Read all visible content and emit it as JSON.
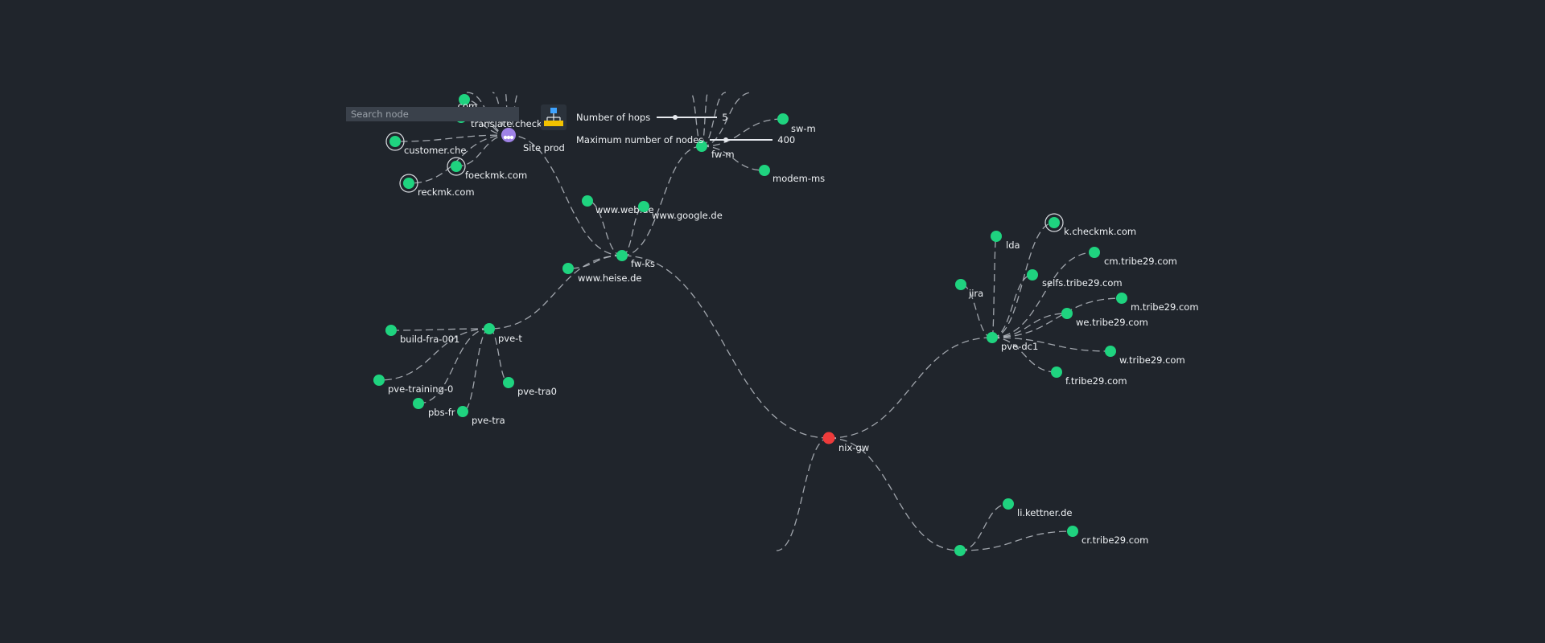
{
  "search": {
    "placeholder": "Search node"
  },
  "controls": {
    "hops": {
      "label": "Number of hops",
      "value": "5",
      "fraction": 0.3
    },
    "max_nodes": {
      "label": "Maximum number of nodes",
      "value": "400",
      "fraction": 0.25
    }
  },
  "colors": {
    "background": "#20252c",
    "node_ok": "#1fd37f",
    "node_down": "#ee3b3b",
    "site_node": "#9f82e6",
    "edge": "#b7bcc3"
  },
  "icons": {
    "layout_button": "hierarchy-icon"
  },
  "nodes": [
    {
      "id": "nix-gw",
      "label": "nix-gw",
      "state": "down"
    },
    {
      "id": "fw-ks",
      "label": "fw-ks",
      "state": "ok"
    },
    {
      "id": "fw-m",
      "label": "fw-m",
      "state": "ok"
    },
    {
      "id": "sw-m",
      "label": "sw-m",
      "state": "ok"
    },
    {
      "id": "modem-ms",
      "label": "modem-ms",
      "state": "ok"
    },
    {
      "id": "www-web",
      "label": "www.web.de",
      "state": "ok"
    },
    {
      "id": "www-google",
      "label": "www.google.de",
      "state": "ok"
    },
    {
      "id": "www-heise",
      "label": "www.heise.de",
      "state": "ok"
    },
    {
      "id": "site-prod",
      "label": "Site prod",
      "state": "site"
    },
    {
      "id": "customer",
      "label": "customer.che",
      "state": "ok"
    },
    {
      "id": "foeckmk",
      "label": "foeckmk.com",
      "state": "ok"
    },
    {
      "id": "reckmk",
      "label": "reckmk.com",
      "state": "ok"
    },
    {
      "id": "translate",
      "label": "translate.checkmk",
      "state": "ok"
    },
    {
      "id": "com-top",
      "label": ".com",
      "state": "ok"
    },
    {
      "id": "pve-t",
      "label": "pve-t",
      "state": "ok"
    },
    {
      "id": "build-fra",
      "label": "build-fra-001",
      "state": "ok"
    },
    {
      "id": "pve-training",
      "label": "pve-training-0",
      "state": "ok"
    },
    {
      "id": "pbs-fr",
      "label": "pbs-fr",
      "state": "ok"
    },
    {
      "id": "pve-tra",
      "label": "pve-tra",
      "state": "ok"
    },
    {
      "id": "pve-tra0",
      "label": "pve-tra0",
      "state": "ok"
    },
    {
      "id": "pve-dc1",
      "label": "pve-dc1",
      "state": "ok"
    },
    {
      "id": "lda",
      "label": "lda",
      "state": "ok"
    },
    {
      "id": "jira",
      "label": "jira",
      "state": "ok"
    },
    {
      "id": "k-checkmk",
      "label": "k.checkmk.com",
      "state": "ok"
    },
    {
      "id": "cm-tribe",
      "label": "cm.tribe29.com",
      "state": "ok"
    },
    {
      "id": "selfs-tribe",
      "label": "selfs.tribe29.com",
      "state": "ok"
    },
    {
      "id": "m-tribe",
      "label": "m.tribe29.com",
      "state": "ok"
    },
    {
      "id": "we-tribe",
      "label": "we.tribe29.com",
      "state": "ok"
    },
    {
      "id": "w-tribe",
      "label": "w.tribe29.com",
      "state": "ok"
    },
    {
      "id": "f-tribe",
      "label": "f.tribe29.com",
      "state": "ok"
    },
    {
      "id": "li-kettner",
      "label": "li.kettner.de",
      "state": "ok"
    },
    {
      "id": "cr-tribe",
      "label": "cr.tribe29.com",
      "state": "ok"
    },
    {
      "id": "bottom-hub",
      "label": "",
      "state": "ok"
    }
  ]
}
